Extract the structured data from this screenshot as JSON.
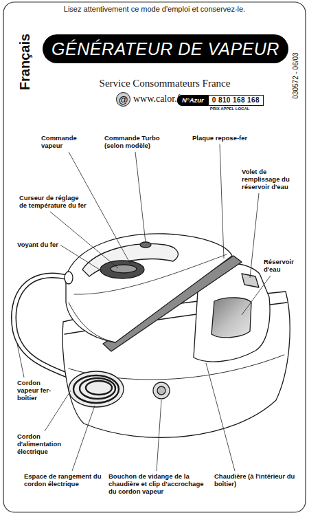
{
  "diagram": {
    "title": "GÉNÉRATEUR DE VAPEUR",
    "nodes": [
      {
        "text": [
          "@"
        ]
      },
      {
        "text": [
          "N°Azur",
          "0 810 168 168"
        ]
      }
    ],
    "labels": [
      "Lisez attentivement ce mode d'emploi et conservez-le.",
      "Français",
      "Service Consommateurs France",
      "www.calor.fr",
      "PRIX APPEL LOCAL",
      "030572 - 06/03",
      "Commande vapeur",
      "Commande Turbo (selon modèle)",
      "Plaque repose-fer",
      "Volet de remplissage du réservoir d'eau",
      "Curseur de réglage de température du fer",
      "Voyant du fer",
      "Réservoir d'eau",
      "Cordon vapeur fer-boîtier",
      "Cordon d'alimentation électrique",
      "Espace de rangement du cordon électrique",
      "Bouchon de vidange de la chaudière et clip d'accrochage du cordon vapeur",
      "Chaudière (à l'intérieur du boîtier)"
    ]
  }
}
